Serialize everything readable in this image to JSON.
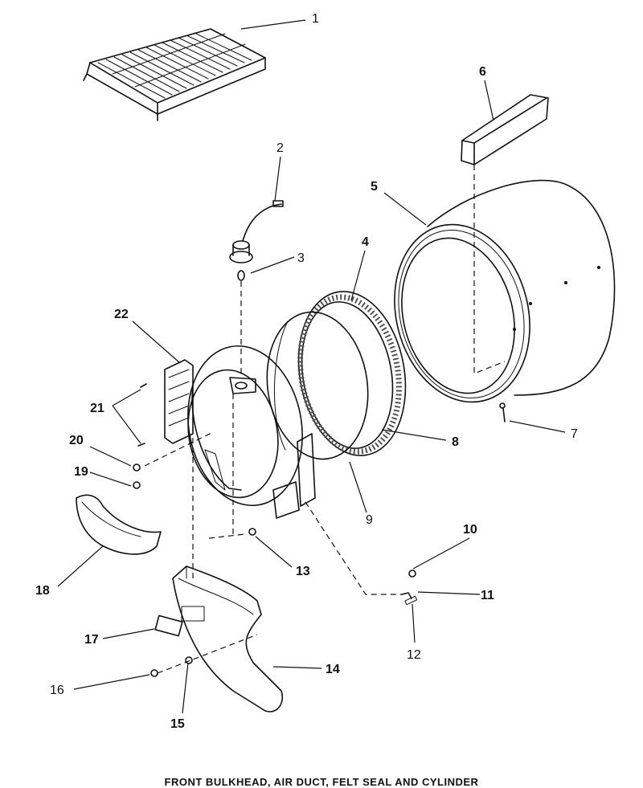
{
  "caption": "FRONT BULKHEAD, AIR DUCT, FELT SEAL AND CYLINDER",
  "callouts": [
    {
      "id": "1",
      "label": "1"
    },
    {
      "id": "2",
      "label": "2"
    },
    {
      "id": "3",
      "label": "3"
    },
    {
      "id": "4",
      "label": "4"
    },
    {
      "id": "5",
      "label": "5"
    },
    {
      "id": "6",
      "label": "6"
    },
    {
      "id": "7",
      "label": "7"
    },
    {
      "id": "8",
      "label": "8"
    },
    {
      "id": "9",
      "label": "9"
    },
    {
      "id": "10",
      "label": "10"
    },
    {
      "id": "11",
      "label": "11"
    },
    {
      "id": "12",
      "label": "12"
    },
    {
      "id": "13",
      "label": "13"
    },
    {
      "id": "14",
      "label": "14"
    },
    {
      "id": "15",
      "label": "15"
    },
    {
      "id": "16",
      "label": "16"
    },
    {
      "id": "17",
      "label": "17"
    },
    {
      "id": "18",
      "label": "18"
    },
    {
      "id": "19",
      "label": "19"
    },
    {
      "id": "20",
      "label": "20"
    },
    {
      "id": "21",
      "label": "21"
    },
    {
      "id": "22",
      "label": "22"
    }
  ]
}
